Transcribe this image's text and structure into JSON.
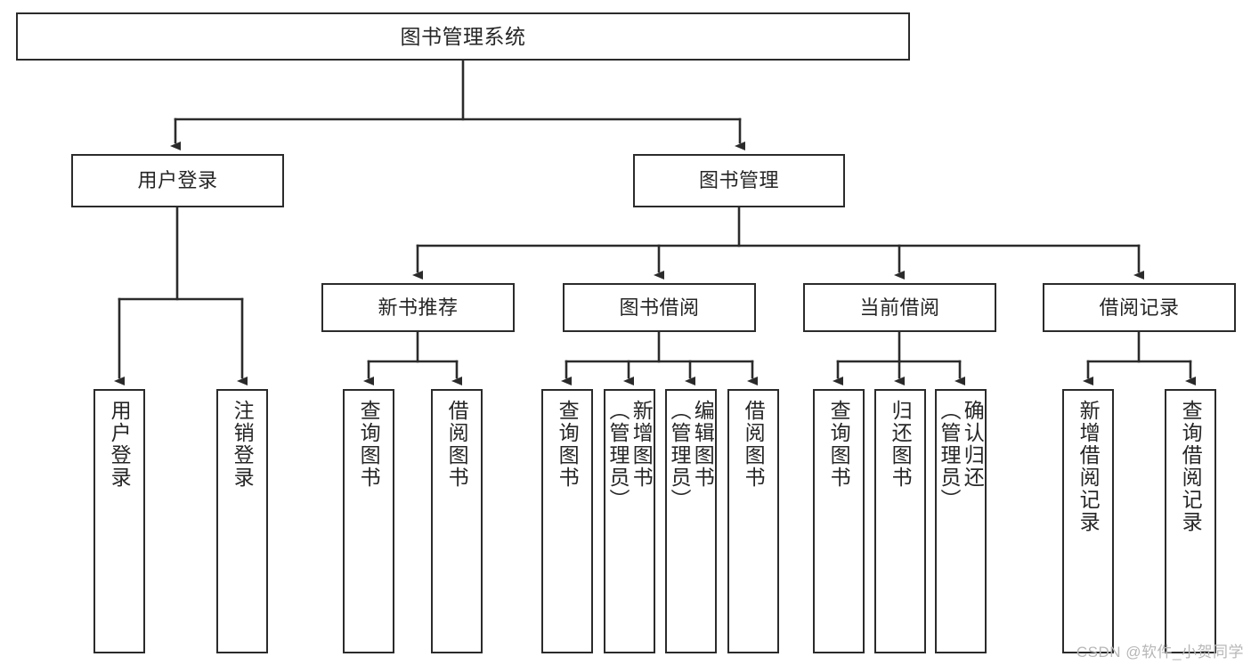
{
  "diagram": {
    "type": "hierarchy-tree",
    "title": "图书管理系统",
    "watermark": "CSDN @软件_小贺同学",
    "colors": {
      "box_border": "#2b2b2b",
      "box_fill": "#ffffff",
      "connector": "#2b2b2b",
      "text": "#262626",
      "watermark": "#b7b7b7",
      "background": "#ffffff"
    },
    "levels": {
      "level1": [
        "图书管理系统"
      ],
      "level2": [
        "用户登录",
        "图书管理"
      ],
      "level3": [
        "新书推荐",
        "图书借阅",
        "当前借阅",
        "借阅记录"
      ],
      "level4": [
        "用户登录",
        "注销登录",
        "查询图书",
        "借阅图书",
        "查询图书",
        "新增图书（管理员）",
        "编辑图书（管理员）",
        "借阅图书",
        "查询图书",
        "归还图书",
        "确认归还（管理员）",
        "新增借阅记录",
        "查询借阅记录"
      ]
    },
    "nodes": {
      "root": {
        "label": "图书管理系统"
      },
      "user_login": {
        "label": "用户登录"
      },
      "book_manage": {
        "label": "图书管理"
      },
      "new_book_rec": {
        "label": "新书推荐"
      },
      "book_borrow": {
        "label": "图书借阅"
      },
      "current_borrow": {
        "label": "当前借阅"
      },
      "borrow_record": {
        "label": "借阅记录"
      },
      "leaf_user_login": {
        "label": "用户登录"
      },
      "leaf_logout": {
        "label": "注销登录"
      },
      "leaf_query_book_1": {
        "label": "查询图书"
      },
      "leaf_borrow_book_1": {
        "label": "借阅图书"
      },
      "leaf_query_book_2": {
        "label": "查询图书"
      },
      "leaf_add_book": {
        "label": "新增图书\n（管理员）"
      },
      "leaf_edit_book": {
        "label": "编辑图书\n（管理员）"
      },
      "leaf_borrow_book_2": {
        "label": "借阅图书"
      },
      "leaf_query_book_3": {
        "label": "查询图书"
      },
      "leaf_return_book": {
        "label": "归还图书"
      },
      "leaf_confirm_return": {
        "label": "确认归还\n（管理员）"
      },
      "leaf_add_record": {
        "label": "新增借阅记录"
      },
      "leaf_query_record": {
        "label": "查询借阅记录"
      }
    }
  }
}
